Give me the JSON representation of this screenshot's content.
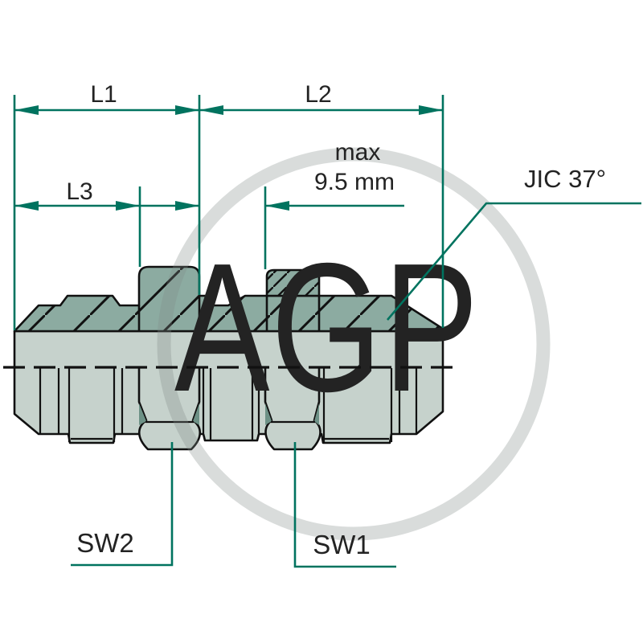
{
  "drawing": {
    "title": "JIC 37 degree bulkhead union - technical drawing",
    "watermark_text": "AGP",
    "dimension_labels": {
      "l1": "L1",
      "l2": "L2",
      "l3": "L3"
    },
    "max_label": {
      "line1": "max",
      "line2": "9.5 mm"
    },
    "thread_label": "JIC 37°",
    "wrench_labels": {
      "sw1": "SW1",
      "sw2": "SW2"
    },
    "colors": {
      "dimension_green": "#00735f",
      "outline_black": "#111111",
      "section_fill": "#8caba1",
      "body_fill": "#c6d2cc",
      "shadow_fill": "#6d9186",
      "watermark_gray": "#d5d8d7",
      "text_color": "#232323",
      "background": "#ffffff"
    }
  }
}
